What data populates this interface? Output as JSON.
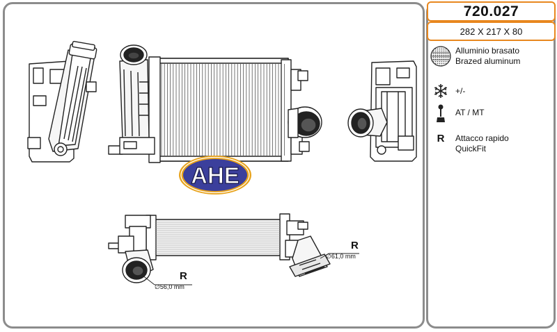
{
  "product": {
    "code": "720.027",
    "dimensions": "282 X 217 X 80"
  },
  "brand": {
    "logo_text": "AHE",
    "colors": {
      "ring": "#e8a21a",
      "fill": "#3b3f9c",
      "text": "#ffffff"
    }
  },
  "features": [
    {
      "icon": "brazed-aluminum-icon",
      "line1": "Alluminio brasato",
      "line2": "Brazed aluminum"
    },
    {
      "icon": "snowflake-icon",
      "line1": "+/-",
      "line2": ""
    },
    {
      "icon": "gear-shift-icon",
      "line1": "AT / MT",
      "line2": ""
    },
    {
      "icon": "quickfit-r-icon",
      "symbol": "R",
      "line1": "Attacco rapido",
      "line2": "QuickFit"
    }
  ],
  "drawing_labels": {
    "left_connector": {
      "symbol": "R",
      "diameter": "∅56,0 mm"
    },
    "right_connector": {
      "symbol": "R",
      "diameter": "∅61,0 mm"
    }
  },
  "colors": {
    "frame": "#8c8c8c",
    "accent": "#e8871e"
  }
}
